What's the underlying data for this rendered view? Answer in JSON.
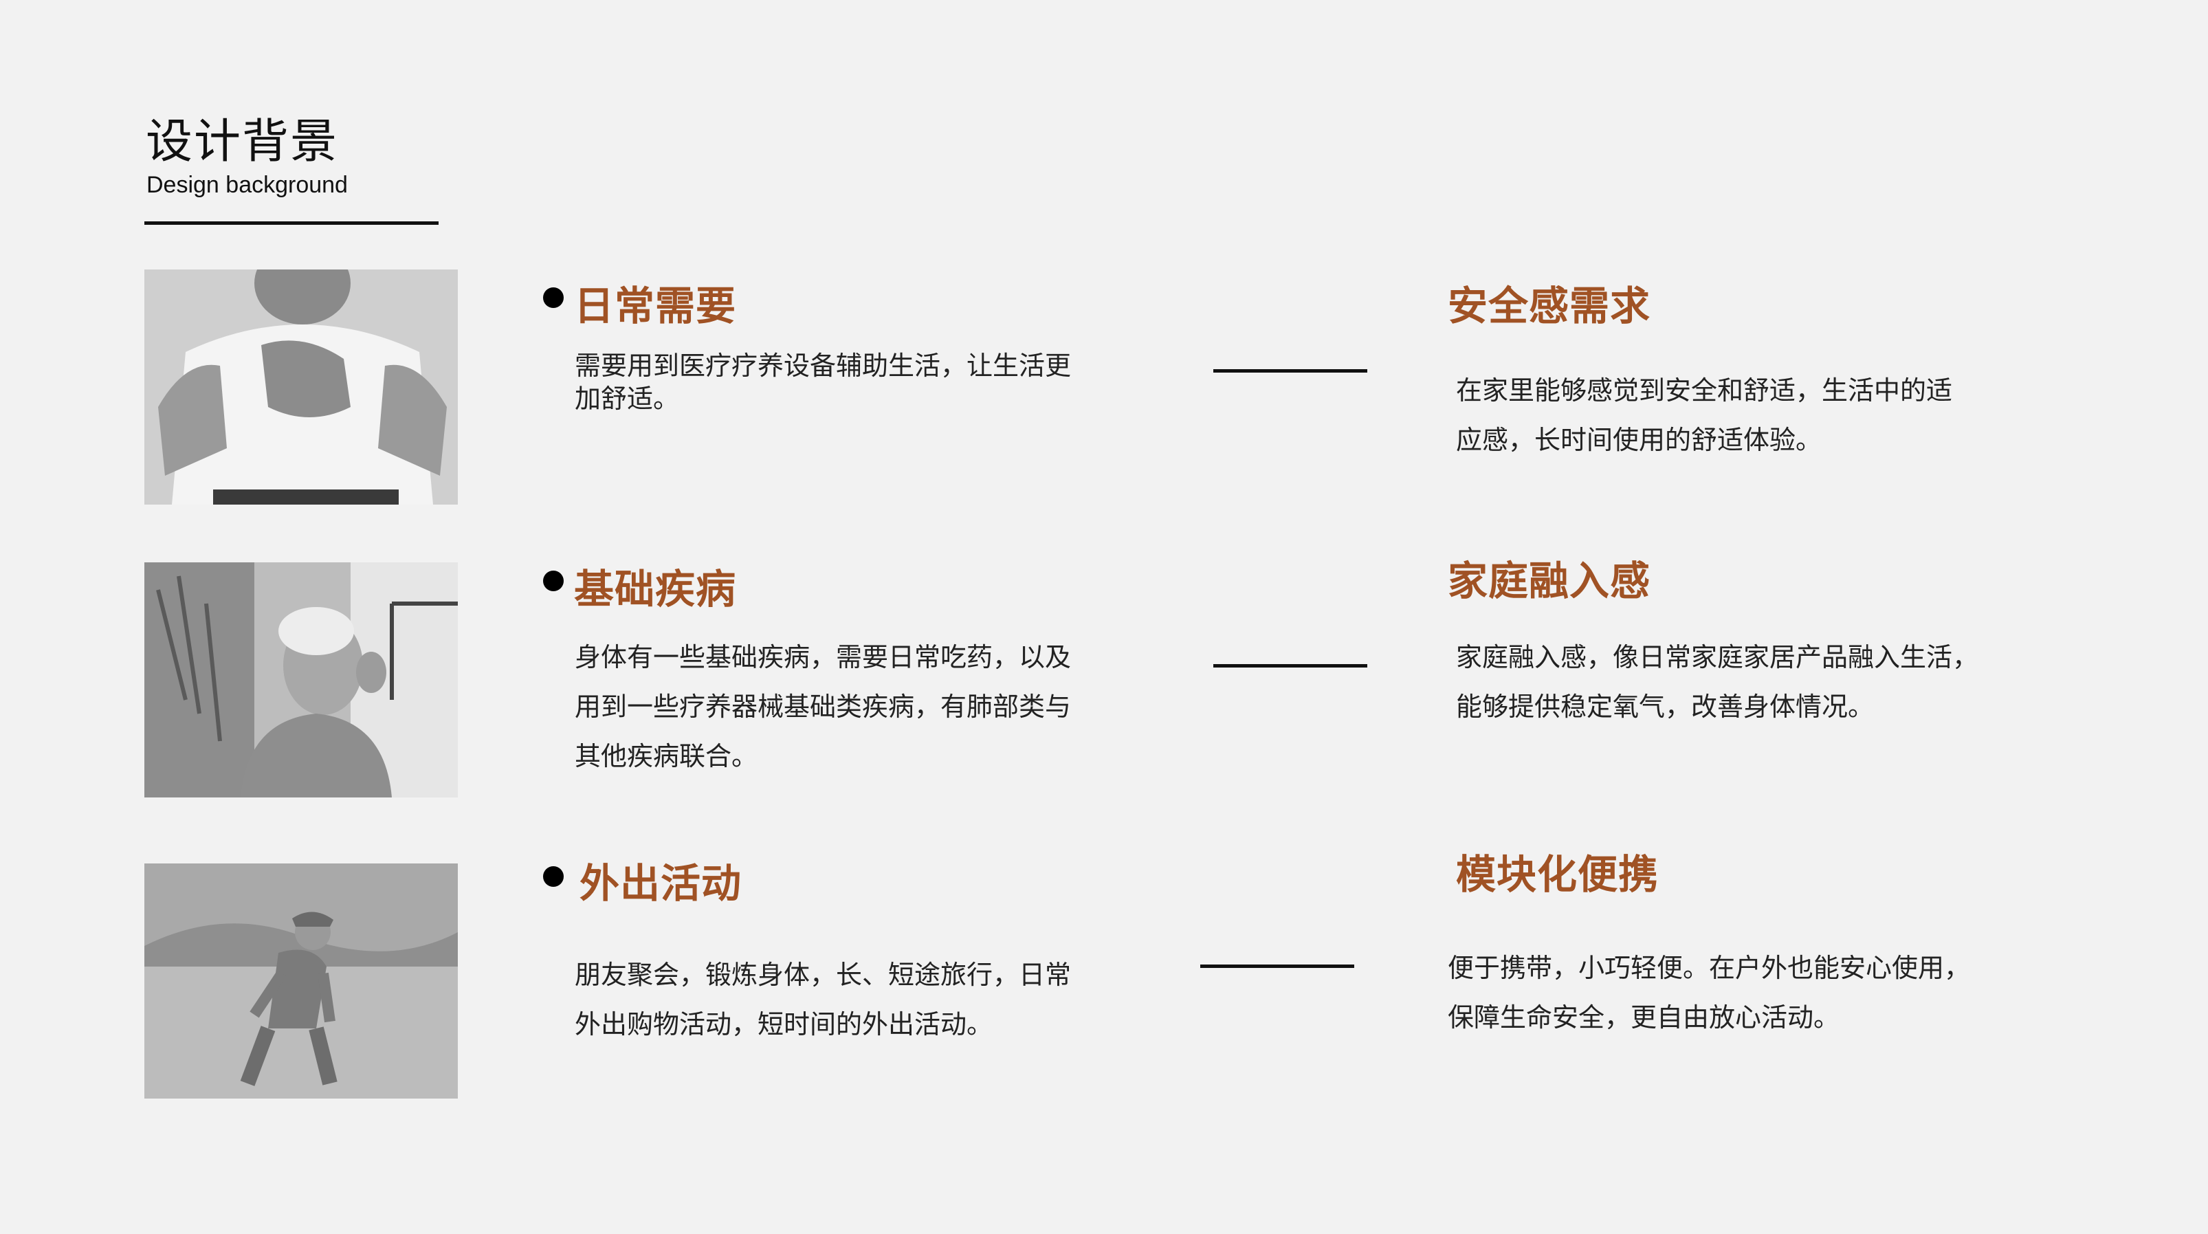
{
  "header": {
    "title": "设计背景",
    "subtitle": "Design background"
  },
  "colors": {
    "accent": "#a05224",
    "background": "#f2f2f2",
    "text": "#222222"
  },
  "left_items": [
    {
      "heading": "日常需要",
      "lines": [
        "需要用到医疗疗养设备辅助生活，让生活更",
        "加舒适。"
      ]
    },
    {
      "heading": "基础疾病",
      "lines": [
        "身体有一些基础疾病，需要日常吃药，以及",
        "用到一些疗养器械基础类疾病，有肺部类与",
        "其他疾病联合。"
      ]
    },
    {
      "heading": "外出活动",
      "lines": [
        "朋友聚会，锻炼身体，长、短途旅行，日常",
        "外出购物活动，短时间的外出活动。"
      ]
    }
  ],
  "right_items": [
    {
      "heading": "安全感需求",
      "lines": [
        "在家里能够感觉到安全和舒适，生活中的适",
        "应感，长时间使用的舒适体验。"
      ]
    },
    {
      "heading": "家庭融入感",
      "lines": [
        "家庭融入感，像日常家庭家居产品融入生活，",
        "能够提供稳定氧气，改善身体情况。"
      ]
    },
    {
      "heading": "模块化便携",
      "lines": [
        "便于携带，小巧轻便。在户外也能安心使用，",
        "保障生命安全，更自由放心活动。"
      ]
    }
  ]
}
